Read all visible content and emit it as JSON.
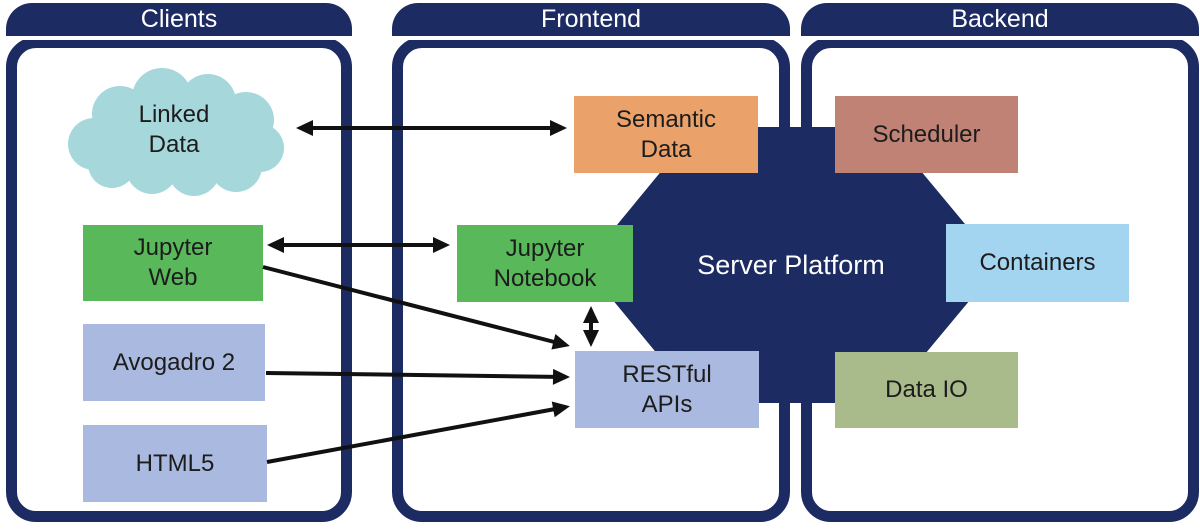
{
  "palette": {
    "navy": "#1d2b63",
    "green": "#58b85a",
    "periwinkle": "#aab9e0",
    "orange": "#eba26a",
    "rosybrown": "#bf8274",
    "lightblue": "#a3d4f0",
    "sage": "#a9ba8b",
    "cloud_teal": "#a6d7db",
    "arrow_black": "#111111",
    "text_dark": "#1c1c1c",
    "text_light": "#ffffff"
  },
  "panels": {
    "clients": {
      "title": "Clients"
    },
    "frontend": {
      "title": "Frontend"
    },
    "backend": {
      "title": "Backend"
    }
  },
  "nodes": {
    "linked_data": {
      "label": "Linked\nData",
      "shape": "cloud",
      "panel": "clients",
      "color_key": "cloud_teal"
    },
    "jupyter_web": {
      "label": "Jupyter\nWeb",
      "shape": "rect",
      "panel": "clients",
      "color_key": "green"
    },
    "avogadro_2": {
      "label": "Avogadro 2",
      "shape": "rect",
      "panel": "clients",
      "color_key": "periwinkle"
    },
    "html5": {
      "label": "HTML5",
      "shape": "rect",
      "panel": "clients",
      "color_key": "periwinkle"
    },
    "semantic_data": {
      "label": "Semantic\nData",
      "shape": "rect",
      "panel": "frontend",
      "color_key": "orange"
    },
    "jupyter_notebook": {
      "label": "Jupyter\nNotebook",
      "shape": "rect",
      "panel": "frontend",
      "color_key": "green"
    },
    "restful_apis": {
      "label": "RESTful\nAPIs",
      "shape": "rect",
      "panel": "frontend",
      "color_key": "periwinkle"
    },
    "scheduler": {
      "label": "Scheduler",
      "shape": "rect",
      "panel": "backend",
      "color_key": "rosybrown"
    },
    "containers": {
      "label": "Containers",
      "shape": "rect",
      "panel": "backend",
      "color_key": "lightblue"
    },
    "data_io": {
      "label": "Data IO",
      "shape": "rect",
      "panel": "backend",
      "color_key": "sage"
    },
    "server_platform": {
      "label": "Server Platform",
      "shape": "hexagon",
      "panel": "center",
      "color_key": "navy"
    }
  },
  "edges": [
    {
      "from": "linked_data",
      "to": "semantic_data",
      "direction": "bidirectional"
    },
    {
      "from": "jupyter_web",
      "to": "jupyter_notebook",
      "direction": "bidirectional"
    },
    {
      "from": "jupyter_web",
      "to": "restful_apis",
      "direction": "forward"
    },
    {
      "from": "avogadro_2",
      "to": "restful_apis",
      "direction": "forward"
    },
    {
      "from": "html5",
      "to": "restful_apis",
      "direction": "forward"
    },
    {
      "from": "jupyter_notebook",
      "to": "restful_apis",
      "direction": "bidirectional"
    }
  ]
}
